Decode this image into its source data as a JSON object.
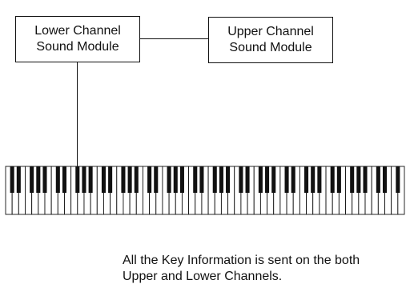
{
  "modules": {
    "lower": {
      "line1": "Lower Channel",
      "line2": "Sound Module"
    },
    "upper": {
      "line1": "Upper Channel",
      "line2": "Sound Module"
    }
  },
  "keyboard": {
    "white_keys": 61
  },
  "caption": {
    "line1": "All the Key Information is sent on the both",
    "line2": "Upper and Lower Channels."
  }
}
